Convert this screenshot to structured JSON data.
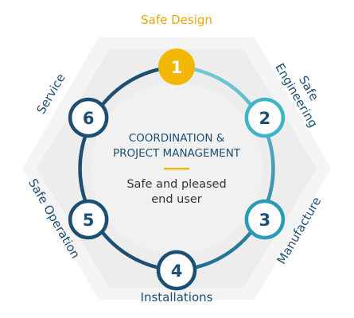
{
  "center": {
    "title_line1": "COORDINATION &",
    "title_line2": "PROJECT MANAGEMENT",
    "subtitle_line1": "Safe and pleased",
    "subtitle_line2": "end user"
  },
  "steps": [
    {
      "number": "1",
      "label_lines": [
        "Safe Design"
      ]
    },
    {
      "number": "2",
      "label_lines": [
        "Safe",
        "Engineering"
      ]
    },
    {
      "number": "3",
      "label_lines": [
        "Manufacture"
      ]
    },
    {
      "number": "4",
      "label_lines": [
        "Installations"
      ]
    },
    {
      "number": "5",
      "label_lines": [
        "Safe Operation"
      ]
    },
    {
      "number": "6",
      "label_lines": [
        "Service"
      ]
    }
  ],
  "colors": {
    "accent_yellow": "#f2b705",
    "step1_text": "#e8a800",
    "navy": "#1d4f73",
    "teal_light": "#3fb4c8",
    "teal_dark": "#1f6f94",
    "hexagon": "#f2f2f2",
    "center_fill": "#efefef"
  }
}
